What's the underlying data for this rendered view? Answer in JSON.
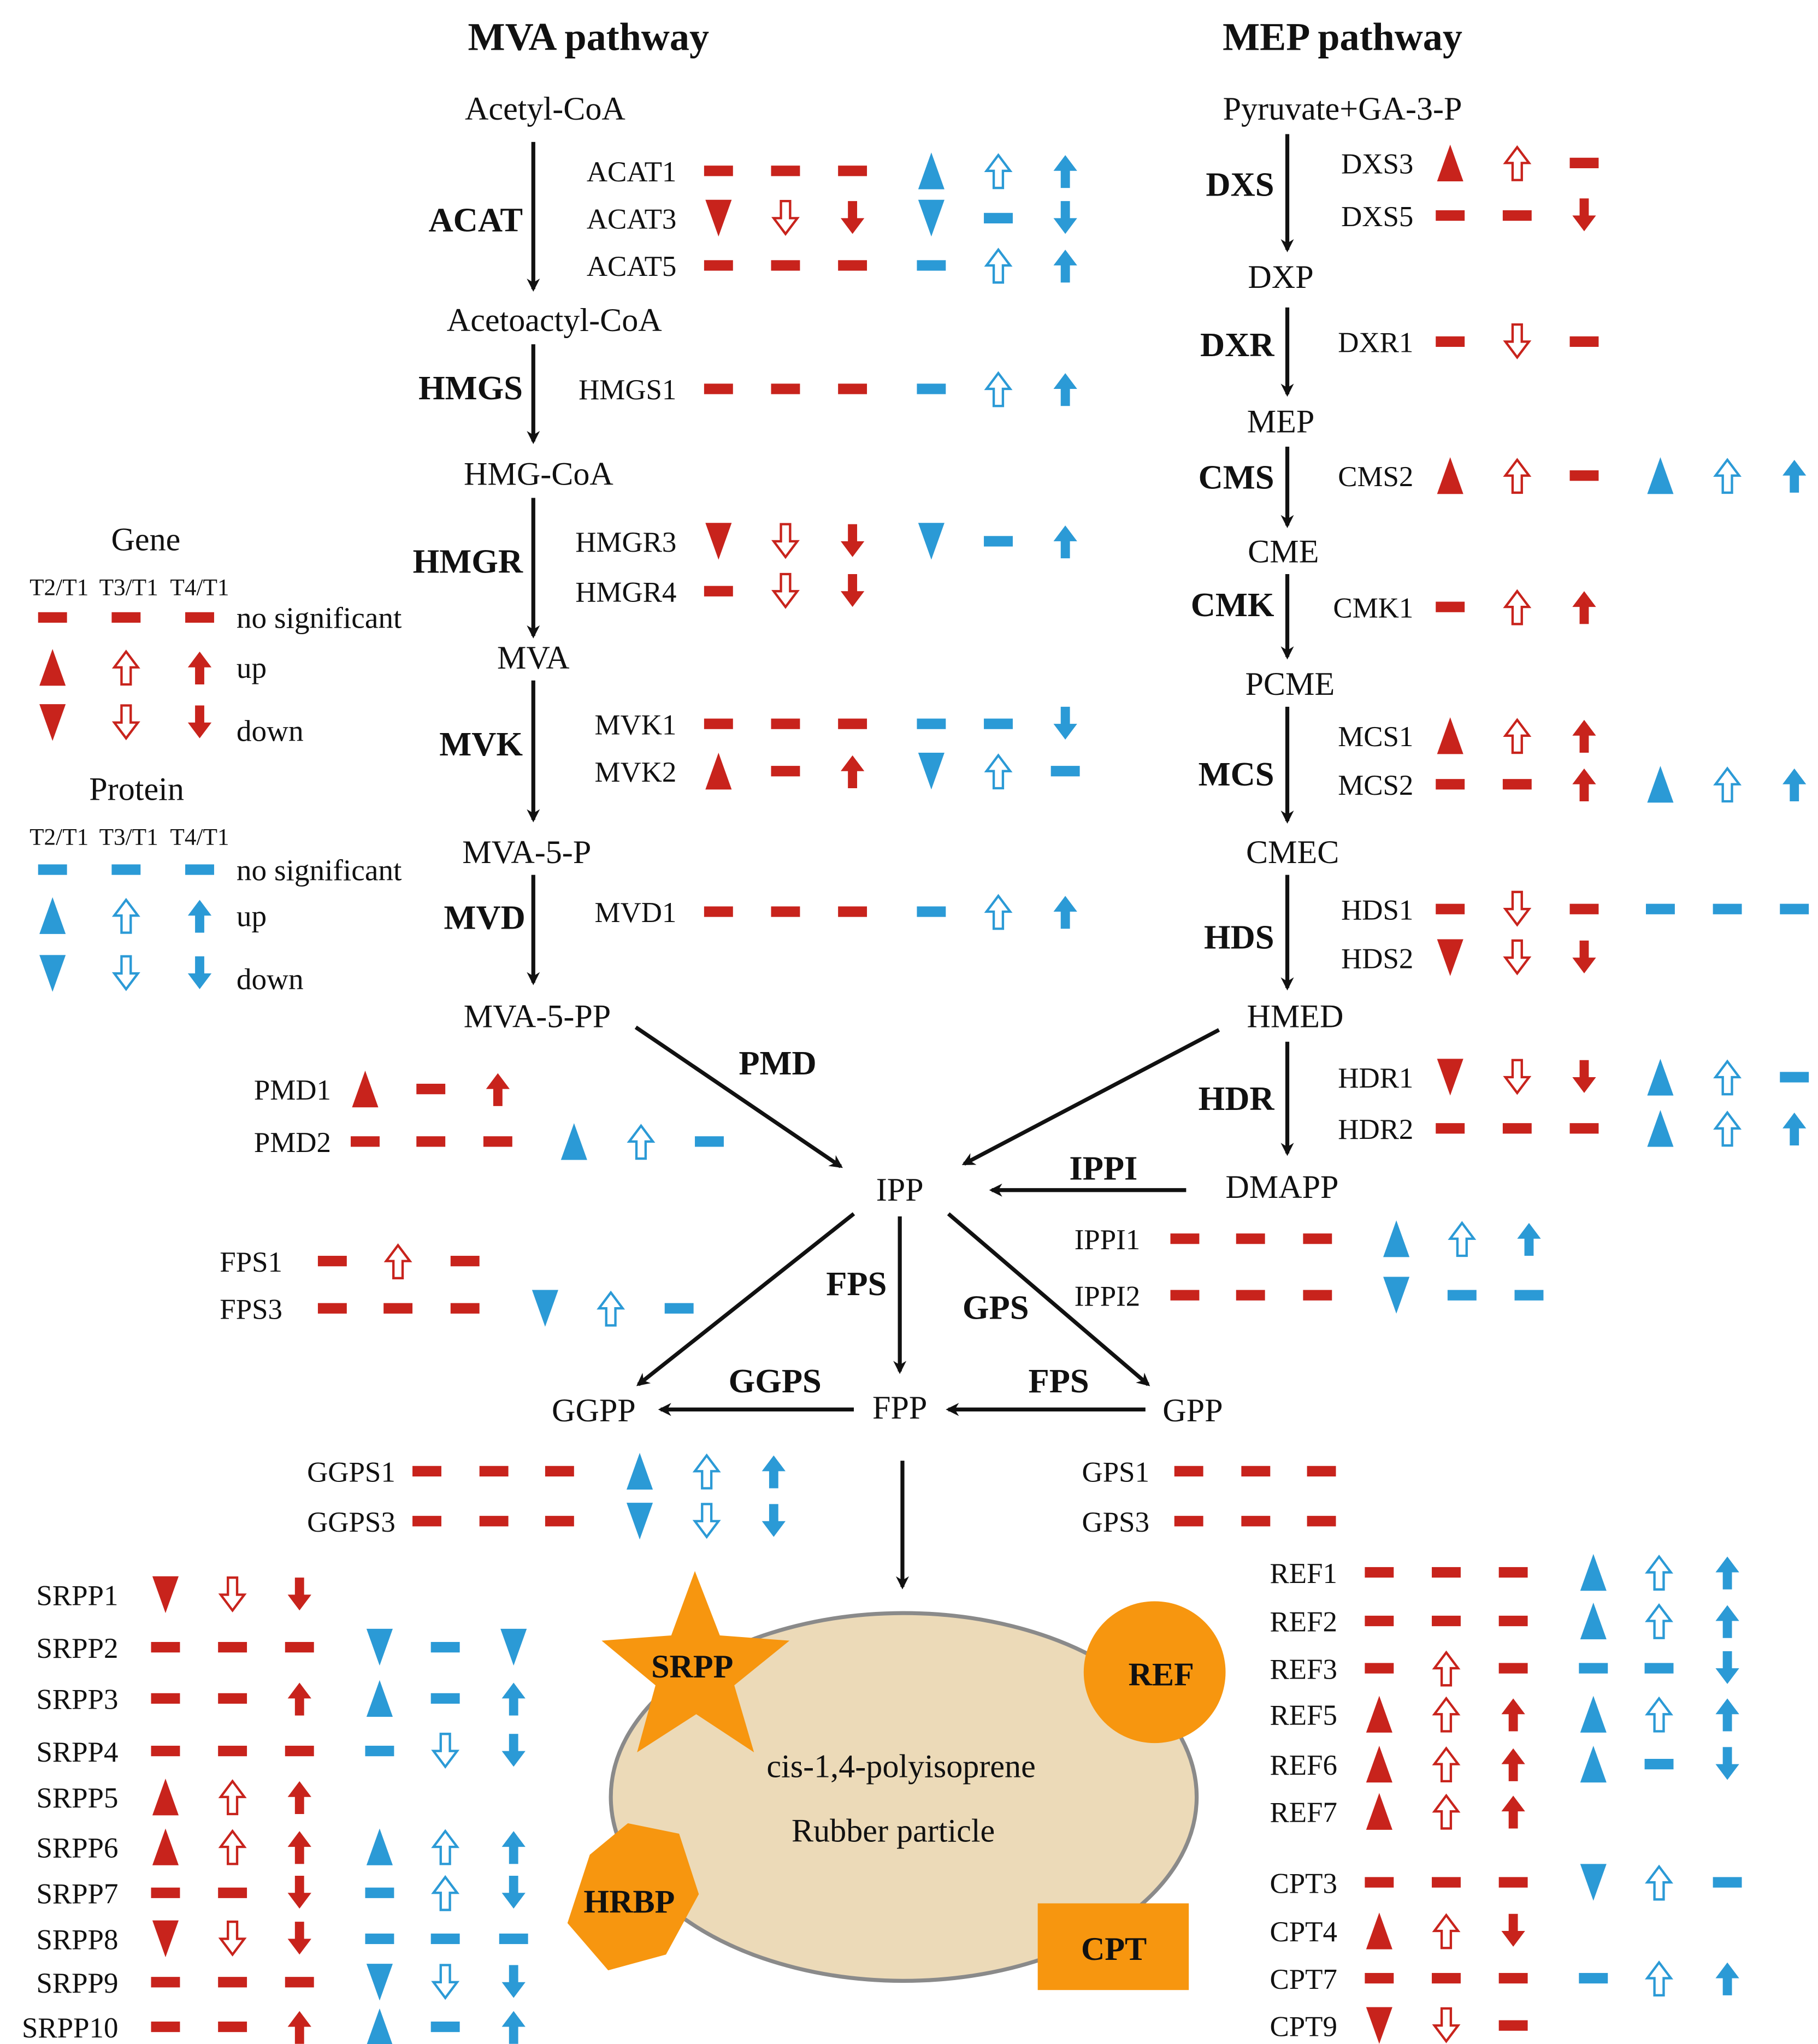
{
  "titles": {
    "mva": "MVA pathway",
    "mep": "MEP pathway"
  },
  "colors": {
    "gene": "#c8231c",
    "protein": "#2b9ad6",
    "particle_fill": "#ecdab8",
    "particle_stroke": "#8a8a8a",
    "shape_fill": "#f7960f",
    "text": "#111111"
  },
  "mva": {
    "metabolites": [
      "Acetyl-CoA",
      "Acetoactyl-CoA",
      "HMG-CoA",
      "MVA",
      "MVA-5-P",
      "MVA-5-PP"
    ],
    "enzymes": [
      "ACAT",
      "HMGS",
      "HMGR",
      "MVK",
      "MVD"
    ],
    "genes": [
      {
        "name": "ACAT1",
        "gene": [
          "ns",
          "ns",
          "ns"
        ],
        "protein": [
          "up_tri",
          "up_open",
          "up_solid"
        ]
      },
      {
        "name": "ACAT3",
        "gene": [
          "down_tri",
          "down_open",
          "down_solid"
        ],
        "protein": [
          "down_tri",
          "ns",
          "down_solid"
        ]
      },
      {
        "name": "ACAT5",
        "gene": [
          "ns",
          "ns",
          "ns"
        ],
        "protein": [
          "ns",
          "up_open",
          "up_solid"
        ]
      },
      {
        "name": "HMGS1",
        "gene": [
          "ns",
          "ns",
          "ns"
        ],
        "protein": [
          "ns",
          "up_open",
          "up_solid"
        ]
      },
      {
        "name": "HMGR3",
        "gene": [
          "down_tri",
          "down_open",
          "down_solid"
        ],
        "protein": [
          "down_tri",
          "ns",
          "up_solid"
        ]
      },
      {
        "name": "HMGR4",
        "gene": [
          "ns",
          "down_open",
          "down_solid"
        ],
        "protein": []
      },
      {
        "name": "MVK1",
        "gene": [
          "ns",
          "ns",
          "ns"
        ],
        "protein": [
          "ns",
          "ns",
          "down_solid"
        ]
      },
      {
        "name": "MVK2",
        "gene": [
          "up_tri",
          "ns",
          "up_solid"
        ],
        "protein": [
          "down_tri",
          "up_open",
          "ns"
        ]
      },
      {
        "name": "MVD1",
        "gene": [
          "ns",
          "ns",
          "ns"
        ],
        "protein": [
          "ns",
          "up_open",
          "up_solid"
        ]
      }
    ]
  },
  "mep": {
    "metabolites": [
      "Pyruvate+GA-3-P",
      "DXP",
      "MEP",
      "CME",
      "PCME",
      "CMEC",
      "HMED",
      "DMAPP"
    ],
    "enzymes": [
      "DXS",
      "DXR",
      "CMS",
      "CMK",
      "MCS",
      "HDS",
      "HDR"
    ],
    "genes": [
      {
        "name": "DXS3",
        "gene": [
          "up_tri",
          "up_open",
          "ns"
        ],
        "protein": []
      },
      {
        "name": "DXS5",
        "gene": [
          "ns",
          "ns",
          "down_solid"
        ],
        "protein": []
      },
      {
        "name": "DXR1",
        "gene": [
          "ns",
          "down_open",
          "ns"
        ],
        "protein": []
      },
      {
        "name": "CMS2",
        "gene": [
          "up_tri",
          "up_open",
          "ns"
        ],
        "protein": [
          "up_tri",
          "up_open",
          "up_solid"
        ]
      },
      {
        "name": "CMK1",
        "gene": [
          "ns",
          "up_open",
          "up_solid"
        ],
        "protein": []
      },
      {
        "name": "MCS1",
        "gene": [
          "up_tri",
          "up_open",
          "up_solid"
        ],
        "protein": []
      },
      {
        "name": "MCS2",
        "gene": [
          "ns",
          "ns",
          "up_solid"
        ],
        "protein": [
          "up_tri",
          "up_open",
          "up_solid"
        ]
      },
      {
        "name": "HDS1",
        "gene": [
          "ns",
          "down_open",
          "ns"
        ],
        "protein": [
          "ns",
          "ns",
          "ns"
        ]
      },
      {
        "name": "HDS2",
        "gene": [
          "down_tri",
          "down_open",
          "down_solid"
        ],
        "protein": []
      },
      {
        "name": "HDR1",
        "gene": [
          "down_tri",
          "down_open",
          "down_solid"
        ],
        "protein": [
          "up_tri",
          "up_open",
          "ns"
        ]
      },
      {
        "name": "HDR2",
        "gene": [
          "ns",
          "ns",
          "ns"
        ],
        "protein": [
          "up_tri",
          "up_open",
          "up_solid"
        ]
      }
    ]
  },
  "center": {
    "metabolites": {
      "ipp": "IPP",
      "dmapp": "DMAPP",
      "ggpp": "GGPP",
      "fpp": "FPP",
      "gpp": "GPP"
    },
    "enzymes": {
      "pmd": "PMD",
      "ippi": "IPPI",
      "fps_a": "FPS",
      "gps": "GPS",
      "ggps": "GGPS",
      "fps_b": "FPS"
    },
    "genes": [
      {
        "name": "PMD1",
        "gene": [
          "up_tri",
          "ns",
          "up_solid"
        ],
        "protein": []
      },
      {
        "name": "PMD2",
        "gene": [
          "ns",
          "ns",
          "ns"
        ],
        "protein": [
          "up_tri",
          "up_open",
          "ns"
        ]
      },
      {
        "name": "IPPI1",
        "gene": [
          "ns",
          "ns",
          "ns"
        ],
        "protein": [
          "up_tri",
          "up_open",
          "up_solid"
        ]
      },
      {
        "name": "IPPI2",
        "gene": [
          "ns",
          "ns",
          "ns"
        ],
        "protein": [
          "down_tri",
          "ns",
          "ns"
        ]
      },
      {
        "name": "FPS1",
        "gene": [
          "ns",
          "up_open",
          "ns"
        ],
        "protein": []
      },
      {
        "name": "FPS3",
        "gene": [
          "ns",
          "ns",
          "ns"
        ],
        "protein": [
          "down_tri",
          "up_open",
          "ns"
        ]
      },
      {
        "name": "GGPS1",
        "gene": [
          "ns",
          "ns",
          "ns"
        ],
        "protein": [
          "up_tri",
          "up_open",
          "up_solid"
        ]
      },
      {
        "name": "GGPS3",
        "gene": [
          "ns",
          "ns",
          "ns"
        ],
        "protein": [
          "down_tri",
          "down_open",
          "down_solid"
        ]
      },
      {
        "name": "GPS1",
        "gene": [
          "ns",
          "ns",
          "ns"
        ],
        "protein": []
      },
      {
        "name": "GPS3",
        "gene": [
          "ns",
          "ns",
          "ns"
        ],
        "protein": []
      }
    ]
  },
  "particle": {
    "line1": "cis-1,4-polyisoprene",
    "line2": "Rubber particle",
    "shapes": {
      "srpp": "SRPP",
      "ref": "REF",
      "hrbp": "HRBP",
      "cpt": "CPT"
    }
  },
  "srpp_genes": [
    {
      "name": "SRPP1",
      "gene": [
        "down_tri",
        "down_open",
        "down_solid"
      ],
      "protein": []
    },
    {
      "name": "SRPP2",
      "gene": [
        "ns",
        "ns",
        "ns"
      ],
      "protein": [
        "down_tri",
        "ns",
        "down_tri"
      ]
    },
    {
      "name": "SRPP3",
      "gene": [
        "ns",
        "ns",
        "up_solid"
      ],
      "protein": [
        "up_tri",
        "ns",
        "up_solid"
      ]
    },
    {
      "name": "SRPP4",
      "gene": [
        "ns",
        "ns",
        "ns"
      ],
      "protein": [
        "ns",
        "down_open",
        "down_solid"
      ]
    },
    {
      "name": "SRPP5",
      "gene": [
        "up_tri",
        "up_open",
        "up_solid"
      ],
      "protein": []
    },
    {
      "name": "SRPP6",
      "gene": [
        "up_tri",
        "up_open",
        "up_solid"
      ],
      "protein": [
        "up_tri",
        "up_open",
        "up_solid"
      ]
    },
    {
      "name": "SRPP7",
      "gene": [
        "ns",
        "ns",
        "down_solid"
      ],
      "protein": [
        "ns",
        "up_open",
        "down_solid"
      ]
    },
    {
      "name": "SRPP8",
      "gene": [
        "down_tri",
        "down_open",
        "down_solid"
      ],
      "protein": [
        "ns",
        "ns",
        "ns"
      ]
    },
    {
      "name": "SRPP9",
      "gene": [
        "ns",
        "ns",
        "ns"
      ],
      "protein": [
        "down_tri",
        "down_open",
        "down_solid"
      ]
    },
    {
      "name": "SRPP10",
      "gene": [
        "ns",
        "ns",
        "up_solid"
      ],
      "protein": [
        "up_tri",
        "ns",
        "up_solid"
      ]
    }
  ],
  "ref_genes": [
    {
      "name": "REF1",
      "gene": [
        "ns",
        "ns",
        "ns"
      ],
      "protein": [
        "up_tri",
        "up_open",
        "up_solid"
      ]
    },
    {
      "name": "REF2",
      "gene": [
        "ns",
        "ns",
        "ns"
      ],
      "protein": [
        "up_tri",
        "up_open",
        "up_solid"
      ]
    },
    {
      "name": "REF3",
      "gene": [
        "ns",
        "up_open",
        "ns"
      ],
      "protein": [
        "ns",
        "ns",
        "down_solid"
      ]
    },
    {
      "name": "REF5",
      "gene": [
        "up_tri",
        "up_open",
        "up_solid"
      ],
      "protein": [
        "up_tri",
        "up_open",
        "up_solid"
      ]
    },
    {
      "name": "REF6",
      "gene": [
        "up_tri",
        "up_open",
        "up_solid"
      ],
      "protein": [
        "up_tri",
        "ns",
        "down_solid"
      ]
    },
    {
      "name": "REF7",
      "gene": [
        "up_tri",
        "up_open",
        "up_solid"
      ],
      "protein": []
    }
  ],
  "cpt_genes": [
    {
      "name": "CPT3",
      "gene": [
        "ns",
        "ns",
        "ns"
      ],
      "protein": [
        "down_tri",
        "up_open",
        "ns"
      ]
    },
    {
      "name": "CPT4",
      "gene": [
        "up_tri",
        "up_open",
        "down_solid"
      ],
      "protein": []
    },
    {
      "name": "CPT7",
      "gene": [
        "ns",
        "ns",
        "ns"
      ],
      "protein": [
        "ns",
        "up_open",
        "up_solid"
      ]
    },
    {
      "name": "CPT9",
      "gene": [
        "down_tri",
        "down_open",
        "ns"
      ],
      "protein": []
    }
  ],
  "legend": {
    "gene_title": "Gene",
    "protein_title": "Protein",
    "columns": [
      "T2/T1",
      "T3/T1",
      "T4/T1"
    ],
    "rows": [
      {
        "label": "no significant",
        "symbols": [
          "ns",
          "ns",
          "ns"
        ]
      },
      {
        "label": "up",
        "symbols": [
          "up_tri",
          "up_open",
          "up_solid"
        ]
      },
      {
        "label": "down",
        "symbols": [
          "down_tri",
          "down_open",
          "down_solid"
        ]
      }
    ]
  }
}
